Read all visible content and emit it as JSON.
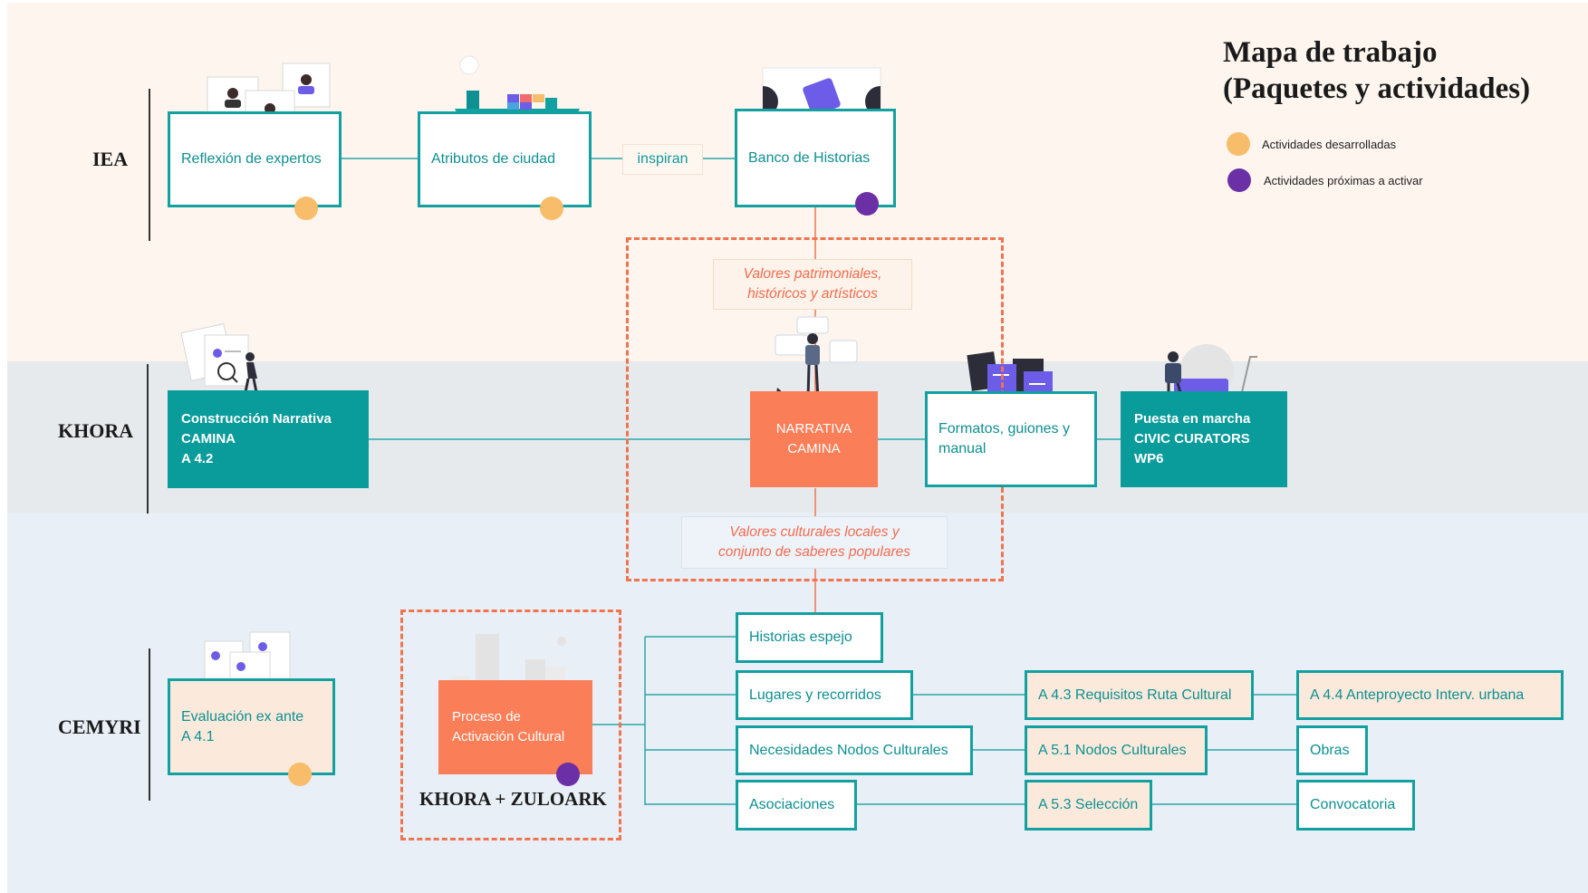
{
  "title": "Mapa de trabajo\n(Paquetes y actividades)",
  "legend": [
    {
      "label": "Actividades desarrolladas",
      "color": "#f8bd6a"
    },
    {
      "label": "Actividades próximas a activar",
      "color": "#6b2fa6"
    }
  ],
  "lanes": {
    "iea": "IEA",
    "khora": "KHORA",
    "cemyri": "CEMYRI"
  },
  "iea": {
    "reflexion": "Reflexión de expertos",
    "atributos": "Atributos de ciudad",
    "inspiran": "inspiran",
    "banco": "Banco de Historias"
  },
  "notes": {
    "patrimoniales": "Valores patrimoniales,\nhistóricos y artísticos",
    "culturales": "Valores culturales locales y\nconjunto de saberes populares"
  },
  "khora": {
    "construccion": "Construcción Narrativa\nCAMINA\nA 4.2",
    "narrativa": "NARRATIVA\nCAMINA",
    "formatos": "Formatos, guiones y\nmanual",
    "puesta": "Puesta en marcha\nCIVIC CURATORS\nWP6"
  },
  "cemyri": {
    "evaluacion": "Evaluación ex ante\nA 4.1",
    "proceso": "Proceso de\nActivación Cultural",
    "group_label": "KHORA + ZULOARK",
    "historias": "Historias espejo",
    "lugares": "Lugares y recorridos",
    "necesidades": "Necesidades Nodos Culturales",
    "asociaciones": "Asociaciones",
    "a43": "A 4.3 Requisitos Ruta Cultural",
    "a51": "A 5.1 Nodos Culturales",
    "a53": "A 5.3 Selección",
    "a44": "A 4.4 Anteproyecto Interv. urbana",
    "obras": "Obras",
    "convocatoria": "Convocatoria"
  },
  "colors": {
    "teal": "#0a9b9b",
    "orange": "#fa7e57",
    "developed": "#f8bd6a",
    "upcoming": "#6b2fa6"
  }
}
